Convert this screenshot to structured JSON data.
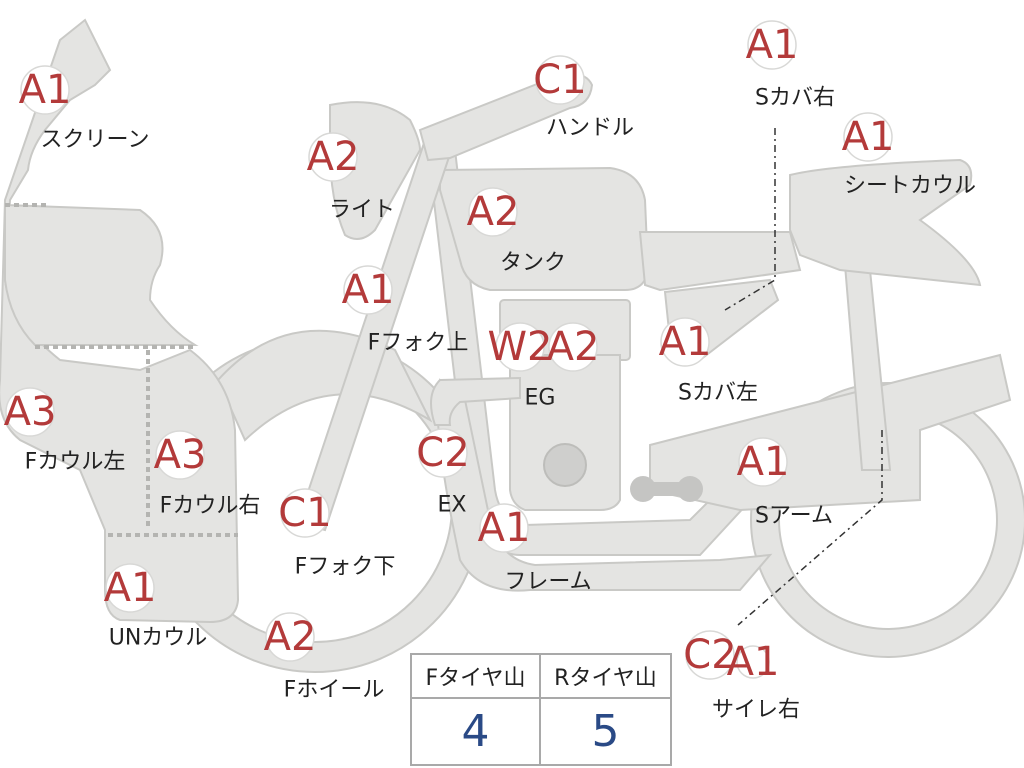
{
  "parts": [
    {
      "id": "screen",
      "grade": "A1",
      "label": "スクリーン"
    },
    {
      "id": "light",
      "grade": "A2",
      "label": "ライト"
    },
    {
      "id": "handle",
      "grade": "C1",
      "label": "ハンドル"
    },
    {
      "id": "tank",
      "grade": "A2",
      "label": "タンク"
    },
    {
      "id": "fork-upper",
      "grade": "A1",
      "label": "Fフォク上"
    },
    {
      "id": "engine",
      "grade": "W2",
      "grade2": "A2",
      "label": "EG"
    },
    {
      "id": "side-cover-r",
      "grade": "A1",
      "label": "Sカバ右"
    },
    {
      "id": "seat-cowl",
      "grade": "A1",
      "label": "シートカウル"
    },
    {
      "id": "side-cover-l",
      "grade": "A1",
      "label": "Sカバ左"
    },
    {
      "id": "cowl-left",
      "grade": "A3",
      "label": "Fカウル左"
    },
    {
      "id": "cowl-right",
      "grade": "A3",
      "label": "Fカウル右"
    },
    {
      "id": "exhaust",
      "grade": "C2",
      "label": "EX"
    },
    {
      "id": "fork-lower",
      "grade": "C1",
      "label": "Fフォク下"
    },
    {
      "id": "frame",
      "grade": "A1",
      "label": "フレーム"
    },
    {
      "id": "swing-arm",
      "grade": "A1",
      "label": "Sアーム"
    },
    {
      "id": "under-cowl",
      "grade": "A1",
      "label": "UNカウル"
    },
    {
      "id": "front-wheel",
      "grade": "A2",
      "label": "Fホイール"
    },
    {
      "id": "silencer-r",
      "grade": "C2",
      "grade2": "A1",
      "label": "サイレ右"
    }
  ],
  "tire_table": {
    "front_header": "Fタイヤ山",
    "rear_header": "Rタイヤ山",
    "front_value": "4",
    "rear_value": "5"
  }
}
